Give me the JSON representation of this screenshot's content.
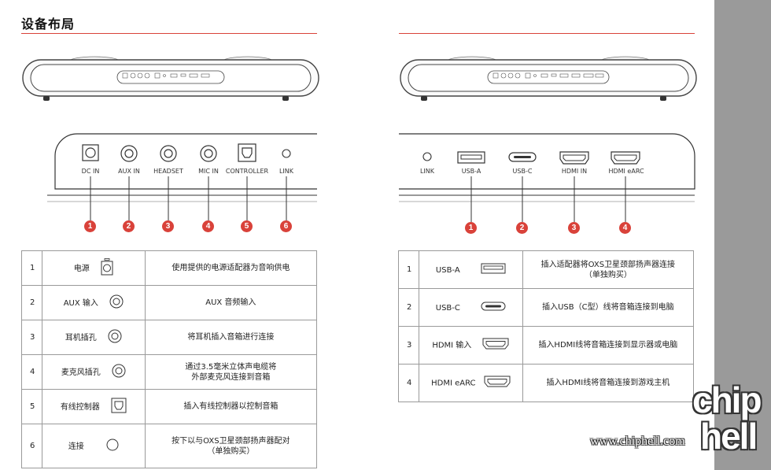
{
  "page": {
    "title": "设备布局"
  },
  "left_panel": {
    "ports": [
      {
        "n": "1",
        "label": "DC IN"
      },
      {
        "n": "2",
        "label": "AUX IN"
      },
      {
        "n": "3",
        "label": "HEADSET"
      },
      {
        "n": "4",
        "label": "MIC IN"
      },
      {
        "n": "5",
        "label": "CONTROLLER"
      },
      {
        "n": "6",
        "label": "LINK"
      }
    ],
    "table": [
      {
        "n": "1",
        "name": "电源",
        "icon": "dc-port-icon",
        "desc": [
          "使用提供的电源适配器为音响供电"
        ]
      },
      {
        "n": "2",
        "name": "AUX 输入",
        "icon": "audio-jack-icon",
        "desc": [
          "AUX 音频输入"
        ]
      },
      {
        "n": "3",
        "name": "耳机插孔",
        "icon": "audio-jack-icon",
        "desc": [
          "将耳机插入音箱进行连接"
        ]
      },
      {
        "n": "4",
        "name": "麦克风插孔",
        "icon": "audio-jack-icon",
        "desc": [
          "通过3.5毫米立体声电缆将",
          "外部麦克风连接到音箱"
        ]
      },
      {
        "n": "5",
        "name": "有线控制器",
        "icon": "optical-port-icon",
        "desc": [
          "插入有线控制器以控制音箱"
        ]
      },
      {
        "n": "6",
        "name": "连接",
        "icon": "link-button-icon",
        "desc": [
          "按下以与OXS卫星颈部扬声器配对",
          "（单独购买）"
        ]
      }
    ]
  },
  "right_panel": {
    "ports": [
      {
        "n": "",
        "label": "LINK"
      },
      {
        "n": "1",
        "label": "USB-A"
      },
      {
        "n": "2",
        "label": "USB-C"
      },
      {
        "n": "3",
        "label": "HDMI IN"
      },
      {
        "n": "4",
        "label": "HDMI eARC"
      }
    ],
    "table": [
      {
        "n": "1",
        "name": "USB-A",
        "icon": "usb-a-icon",
        "desc": [
          "插入适配器将OXS卫星颈部扬声器连接",
          "（单独购买）"
        ]
      },
      {
        "n": "2",
        "name": "USB-C",
        "icon": "usb-c-icon",
        "desc": [
          "插入USB（C型）线将音箱连接到电脑"
        ]
      },
      {
        "n": "3",
        "name": "HDMI 输入",
        "icon": "hdmi-icon",
        "desc": [
          "插入HDMI线将音箱连接到显示器或电脑"
        ]
      },
      {
        "n": "4",
        "name": "HDMI eARC",
        "icon": "hdmi-icon",
        "desc": [
          "插入HDMI线将音箱连接到游戏主机"
        ]
      }
    ]
  },
  "watermark": {
    "site": "www.chiphell.com",
    "logo_top": "chip",
    "logo_bottom": "hell"
  }
}
